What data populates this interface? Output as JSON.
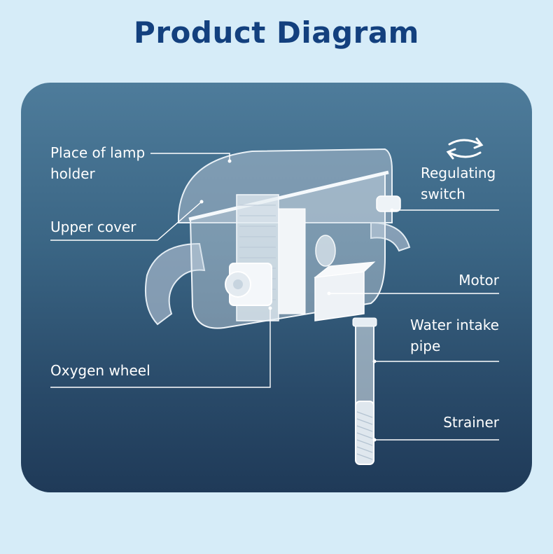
{
  "title": "Product Diagram",
  "labels": {
    "lamp_holder": [
      "Place of lamp",
      "holder"
    ],
    "upper_cover": "Upper cover",
    "oxygen_wheel": "Oxygen wheel",
    "regulating_switch": [
      "Regulating",
      "switch"
    ],
    "motor": "Motor",
    "water_intake_pipe": [
      "Water intake",
      "pipe"
    ],
    "strainer": "Strainer"
  },
  "colors": {
    "title": "#13407e",
    "background": "#d6ecf8",
    "panel_top": "#4e7c9b",
    "panel_bottom": "#1f3a58",
    "label_text": "#ffffff"
  }
}
